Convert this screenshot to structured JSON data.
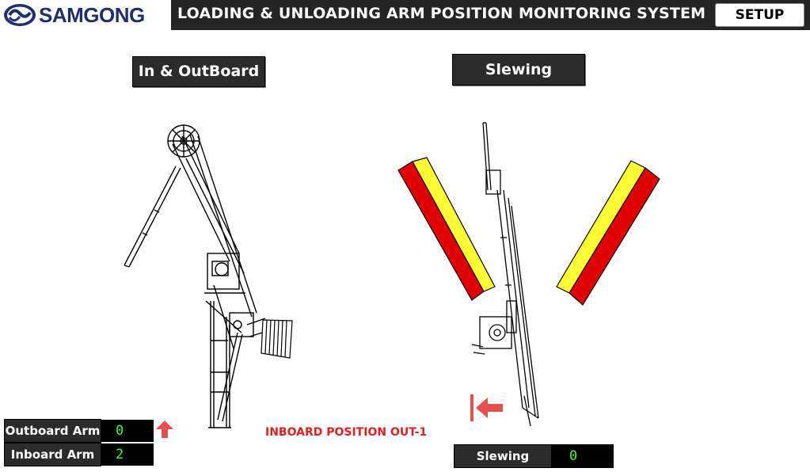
{
  "header": {
    "brand": "SAMGONG",
    "title": "LOADING & UNLOADING ARM POSITION MONITORING SYSTEM",
    "setup_label": "SETUP"
  },
  "panels": {
    "inout_label": "In & OutBoard",
    "slewing_label": "Slewing"
  },
  "readouts": {
    "outboard": {
      "label": "Outboard Arm",
      "value": "0"
    },
    "inboard": {
      "label": "Inboard Arm",
      "value": "2"
    },
    "slewing": {
      "label": "Slewing",
      "value": "0"
    }
  },
  "status": {
    "message": "INBOARD POSITION OUT-1"
  },
  "colors": {
    "header_bg": "#252525",
    "brand_blue": "#1f2f6b",
    "value_green": "#33ff33",
    "alert_red": "#e02020",
    "arrow_red": "#e85050",
    "zone_yellow": "#ffff33",
    "zone_red": "#e00000"
  },
  "icons": {
    "outboard_indicator": "arrow-up-icon",
    "slewing_indicator": "arrow-left-bar-icon"
  }
}
